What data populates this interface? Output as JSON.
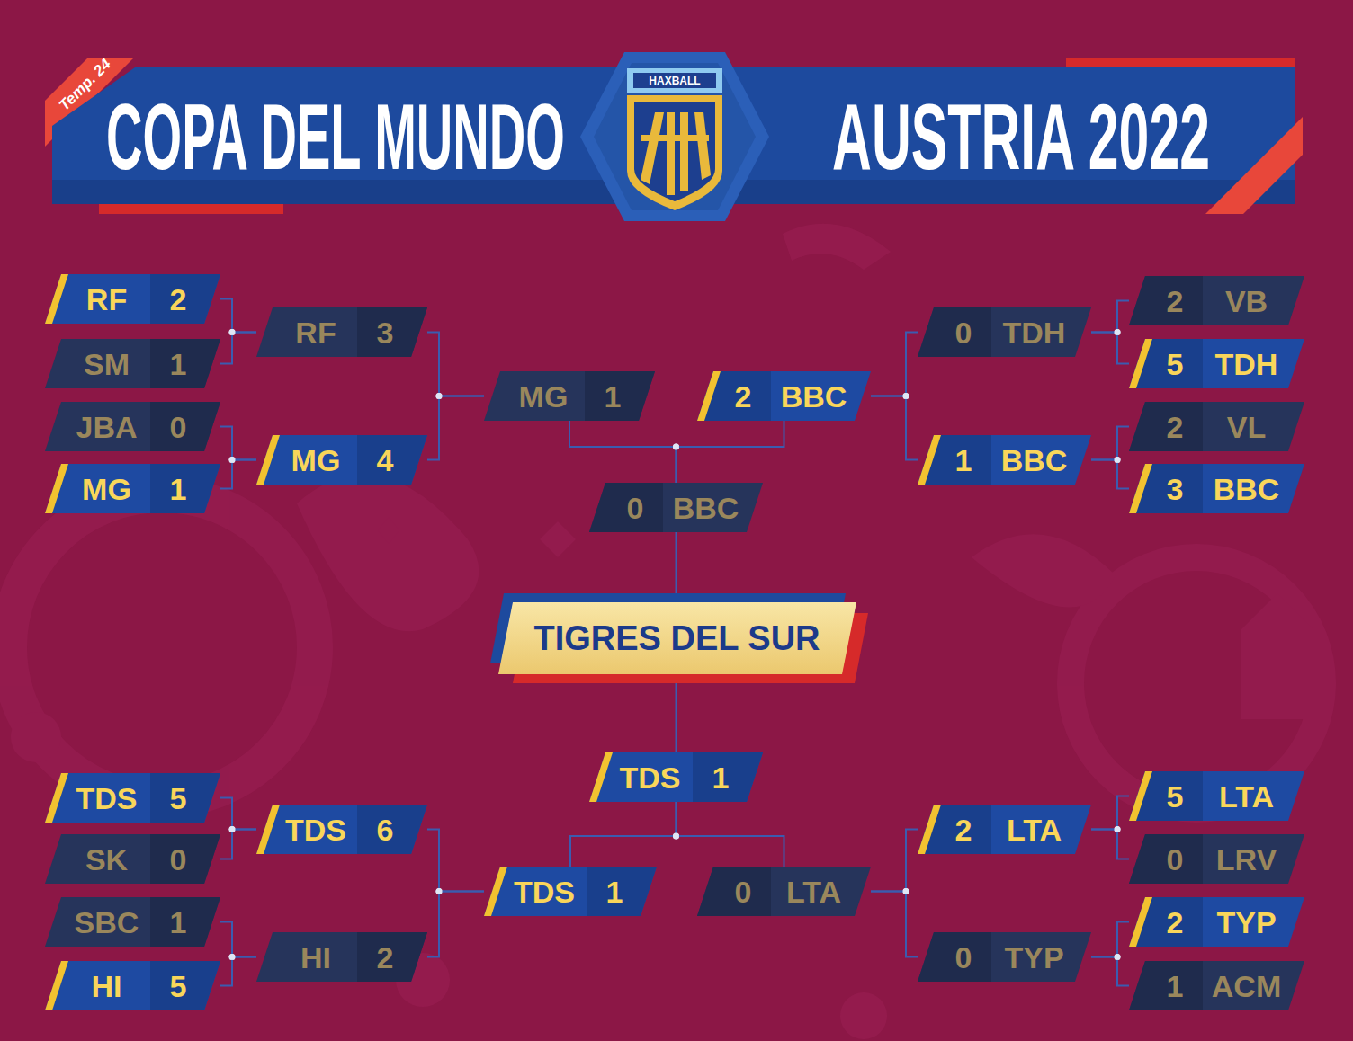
{
  "diagram": {
    "title": "COPA DEL MUNDO",
    "nodes": [
      {
        "text": [
          "RF",
          "2"
        ]
      },
      {
        "text": [
          "SM",
          "1"
        ]
      },
      {
        "text": [
          "JBA",
          "0"
        ]
      },
      {
        "text": [
          "MG",
          "1"
        ]
      },
      {
        "text": [
          "RF",
          "3"
        ]
      },
      {
        "text": [
          "MG",
          "4"
        ]
      },
      {
        "text": [
          "MG",
          "1"
        ]
      },
      {
        "text": [
          "2",
          "BBC"
        ]
      },
      {
        "text": [
          "0",
          "BBC"
        ]
      },
      {
        "text": [
          "0",
          "TDH"
        ]
      },
      {
        "text": [
          "1",
          "BBC"
        ]
      },
      {
        "text": [
          "2",
          "VB"
        ]
      },
      {
        "text": [
          "5",
          "TDH"
        ]
      },
      {
        "text": [
          "2",
          "VL"
        ]
      },
      {
        "text": [
          "3",
          "BBC"
        ]
      },
      {
        "text": [
          "TIGRES DEL SUR"
        ]
      },
      {
        "text": [
          "TDS",
          "1"
        ]
      },
      {
        "text": [
          "TDS",
          "5"
        ]
      },
      {
        "text": [
          "SK",
          "0"
        ]
      },
      {
        "text": [
          "SBC",
          "1"
        ]
      },
      {
        "text": [
          "HI",
          "5"
        ]
      },
      {
        "text": [
          "TDS",
          "6"
        ]
      },
      {
        "text": [
          "HI",
          "2"
        ]
      },
      {
        "text": [
          "TDS",
          "1"
        ]
      },
      {
        "text": [
          "0",
          "LTA"
        ]
      },
      {
        "text": [
          "2",
          "LTA"
        ]
      },
      {
        "text": [
          "0",
          "TYP"
        ]
      },
      {
        "text": [
          "5",
          "LTA"
        ]
      },
      {
        "text": [
          "0",
          "LRV"
        ]
      },
      {
        "text": [
          "2",
          "TYP"
        ]
      },
      {
        "text": [
          "1",
          "ACM"
        ]
      }
    ],
    "edges": [
      {
        "from": 0,
        "to": 4,
        "arrow": "none"
      },
      {
        "from": 1,
        "to": 4,
        "arrow": "none"
      },
      {
        "from": 2,
        "to": 5,
        "arrow": "none"
      },
      {
        "from": 3,
        "to": 5,
        "arrow": "none"
      },
      {
        "from": 4,
        "to": 6,
        "arrow": "none"
      },
      {
        "from": 5,
        "to": 6,
        "arrow": "none"
      },
      {
        "from": 11,
        "to": 9,
        "arrow": "none"
      },
      {
        "from": 12,
        "to": 9,
        "arrow": "none"
      },
      {
        "from": 13,
        "to": 10,
        "arrow": "none"
      },
      {
        "from": 14,
        "to": 10,
        "arrow": "none"
      },
      {
        "from": 9,
        "to": 7,
        "arrow": "none"
      },
      {
        "from": 10,
        "to": 7,
        "arrow": "none"
      },
      {
        "from": 6,
        "to": 8,
        "arrow": "none"
      },
      {
        "from": 7,
        "to": 8,
        "arrow": "none"
      },
      {
        "from": 8,
        "to": 15,
        "arrow": "none"
      },
      {
        "from": 16,
        "to": 15,
        "arrow": "none"
      },
      {
        "from": 23,
        "to": 16,
        "arrow": "none"
      },
      {
        "from": 24,
        "to": 16,
        "arrow": "none"
      },
      {
        "from": 17,
        "to": 21,
        "arrow": "none"
      },
      {
        "from": 18,
        "to": 21,
        "arrow": "none"
      },
      {
        "from": 19,
        "to": 22,
        "arrow": "none"
      },
      {
        "from": 20,
        "to": 22,
        "arrow": "none"
      },
      {
        "from": 21,
        "to": 23,
        "arrow": "none"
      },
      {
        "from": 22,
        "to": 23,
        "arrow": "none"
      },
      {
        "from": 27,
        "to": 25,
        "arrow": "none"
      },
      {
        "from": 28,
        "to": 25,
        "arrow": "none"
      },
      {
        "from": 29,
        "to": 26,
        "arrow": "none"
      },
      {
        "from": 30,
        "to": 26,
        "arrow": "none"
      },
      {
        "from": 25,
        "to": 24,
        "arrow": "none"
      },
      {
        "from": 26,
        "to": 24,
        "arrow": "none"
      }
    ],
    "labels": [
      "AUSTRIA 2022",
      "Temp. 24",
      "HAXBALL"
    ]
  }
}
